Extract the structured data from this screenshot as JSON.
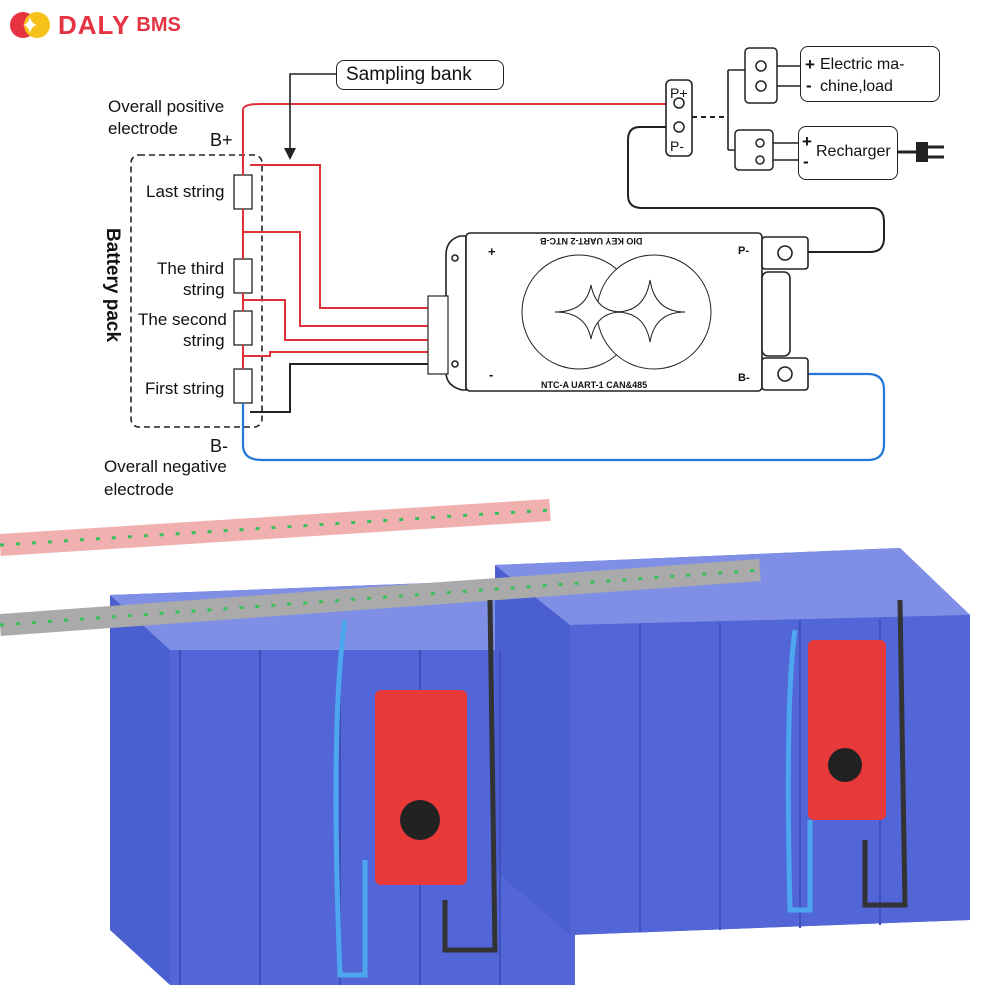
{
  "logo": {
    "brand": "DALY",
    "suffix": "BMS"
  },
  "colors": {
    "brand": "#e53342",
    "positive_wire": "#e0303a",
    "negative_wire": "#2277d8",
    "battery": "#4a5fd0",
    "bms": "#e83a3a"
  },
  "labels": {
    "sampling_bank": "Sampling bank",
    "overall_positive": "Overall positive",
    "electrode_pos": "electrode",
    "b_plus": "B+",
    "b_minus": "B-",
    "overall_negative": "Overall negative",
    "electrode_neg": "electrode",
    "battery_pack": "Battery pack",
    "last_string": "Last string",
    "third_string_1": "The third",
    "third_string_2": "string",
    "second_string_1": "The second",
    "second_string_2": "string",
    "first_string": "First string",
    "p_plus": "P+",
    "p_minus": "P-",
    "load_1": "Electric ma-",
    "load_2": "chine,load",
    "recharger": "Recharger",
    "plus": "+",
    "minus": "-"
  },
  "board": {
    "top_ports": "DIO  KEY  UART-2  NTC-B",
    "bottom_ports": "NTC-A   UART-1   CAN&485",
    "plus": "+",
    "minus": "-",
    "p_minus": "P-",
    "b_minus": "B-"
  }
}
